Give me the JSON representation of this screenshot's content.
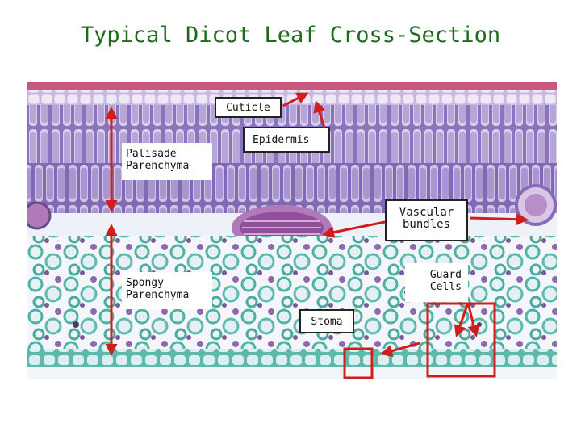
{
  "title": "Typical Dicot Leaf Cross-Section",
  "labels": {
    "cuticle": "Cuticle",
    "epidermis": "Epidermis",
    "palisade_line1": "Palisade",
    "palisade_line2": "Parenchyma",
    "vascular_line1": "Vascular",
    "vascular_line2": "bundles",
    "spongy_line1": "Spongy",
    "spongy_line2": "Parenchyma",
    "guard_line1": "Guard",
    "guard_line2": "Cells",
    "stoma": "Stoma"
  },
  "colors": {
    "title": "#1e6b1e",
    "arrow": "#d21d1d",
    "cuticle_band": "#c9587f",
    "palisade_cells": "#8e78c0",
    "spongy_bg": "#f2f4fb",
    "spongy_cells": "#58b8a8"
  }
}
